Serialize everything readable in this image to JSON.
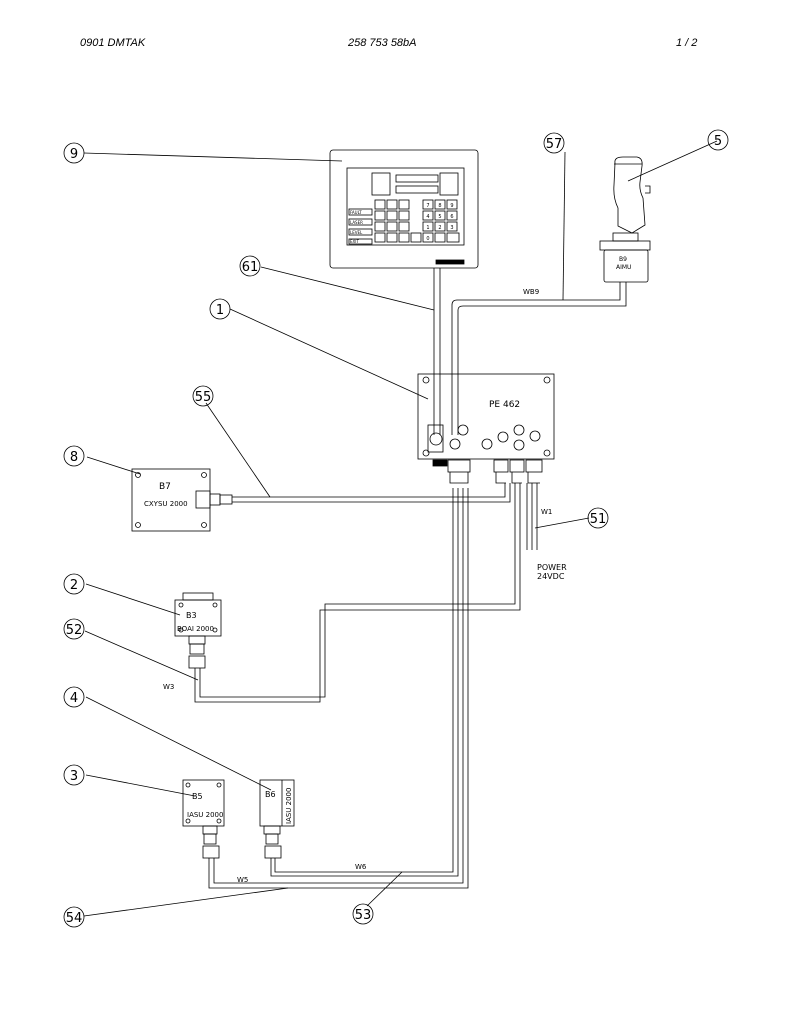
{
  "header": {
    "left": "0901   DMTAK",
    "center": "258 753 58bA",
    "right": "1 /  2"
  },
  "callouts": {
    "c1": "1",
    "c2": "2",
    "c3": "3",
    "c4": "4",
    "c5": "5",
    "c8": "8",
    "c9": "9",
    "c51": "51",
    "c52": "52",
    "c53": "53",
    "c54": "54",
    "c55": "55",
    "c57": "57",
    "c61": "61"
  },
  "components": {
    "pe": "PE 462",
    "b7": "B7",
    "b7_model": "CXYSU 2000",
    "b3": "B3",
    "b3_model": "BOAI 2000",
    "b5": "B5",
    "b5_model": "IASU 2000",
    "b6": "B6",
    "b6_model": "IASU 2000",
    "b9": "B9",
    "b9_model": "AIMU"
  },
  "wires": {
    "wb9": "WB9",
    "w1": "W1",
    "w3": "W3",
    "w5": "W5",
    "w6": "W6",
    "power_1": "POWER",
    "power_2": "24VDC"
  },
  "panel": {
    "keys": [
      "7",
      "8",
      "9",
      "4",
      "5",
      "6",
      "1",
      "2",
      "3",
      "0"
    ],
    "side_labels": [
      "FAULT",
      "LASER",
      "LEVEL",
      "EXIT"
    ]
  }
}
